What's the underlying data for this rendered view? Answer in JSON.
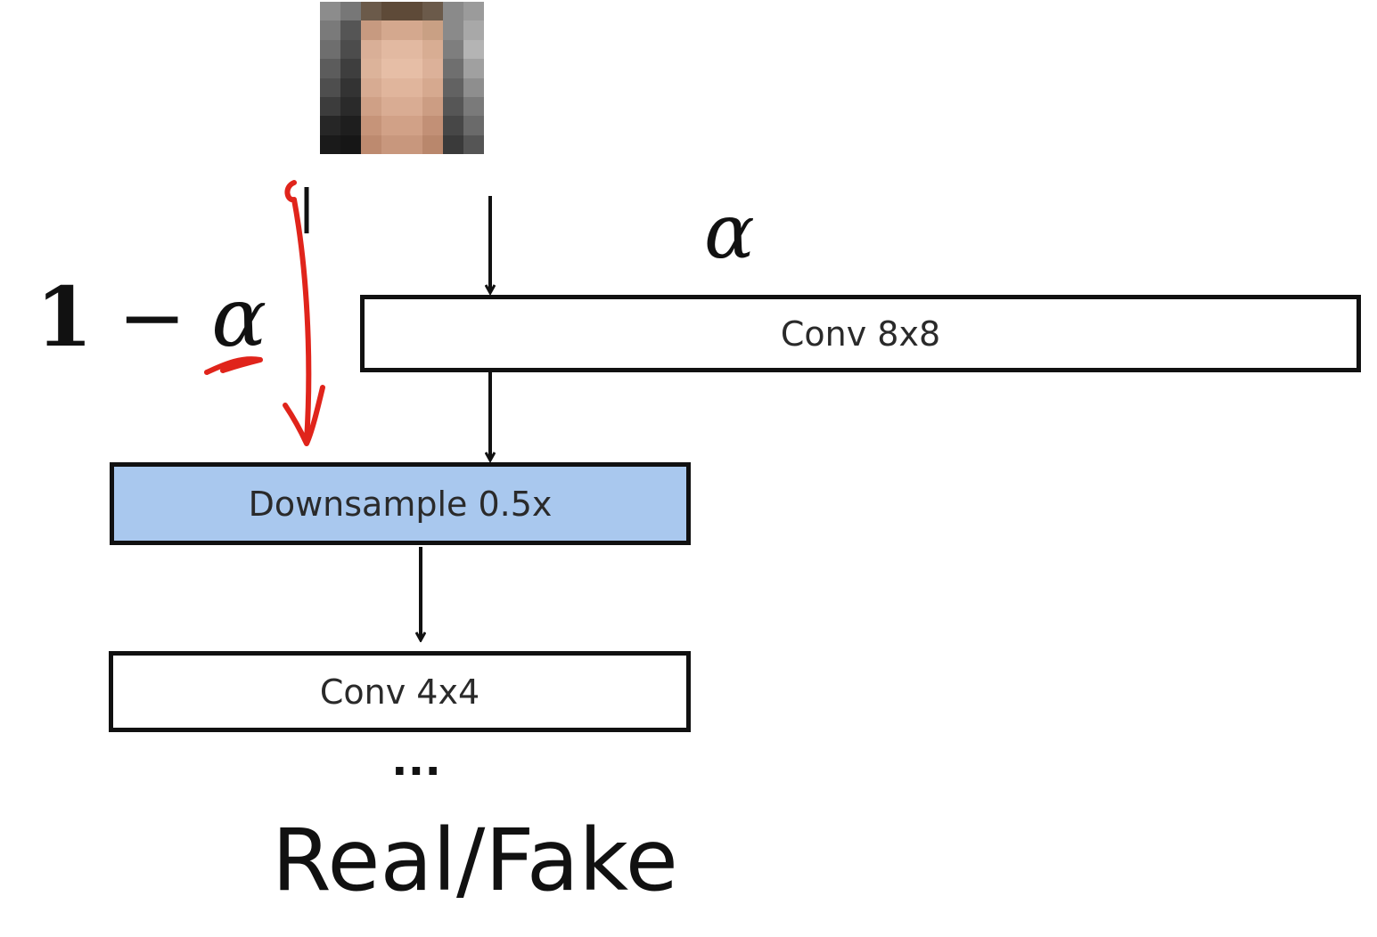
{
  "blocks": {
    "conv_8x8": "Conv 8x8",
    "downsample": "Downsample 0.5x",
    "conv_4x4": "Conv 4x4"
  },
  "labels": {
    "alpha": "α",
    "one_minus_alpha": {
      "one": "1",
      "minus": "−",
      "alpha": "α"
    },
    "ellipsis": "...",
    "output": "Real/Fake"
  },
  "colors": {
    "downsample_fill": "#a9c8ee",
    "annotation_red": "#e0241b",
    "line": "#111111"
  },
  "input_image": {
    "icon": "pixelated-face-thumbnail"
  }
}
